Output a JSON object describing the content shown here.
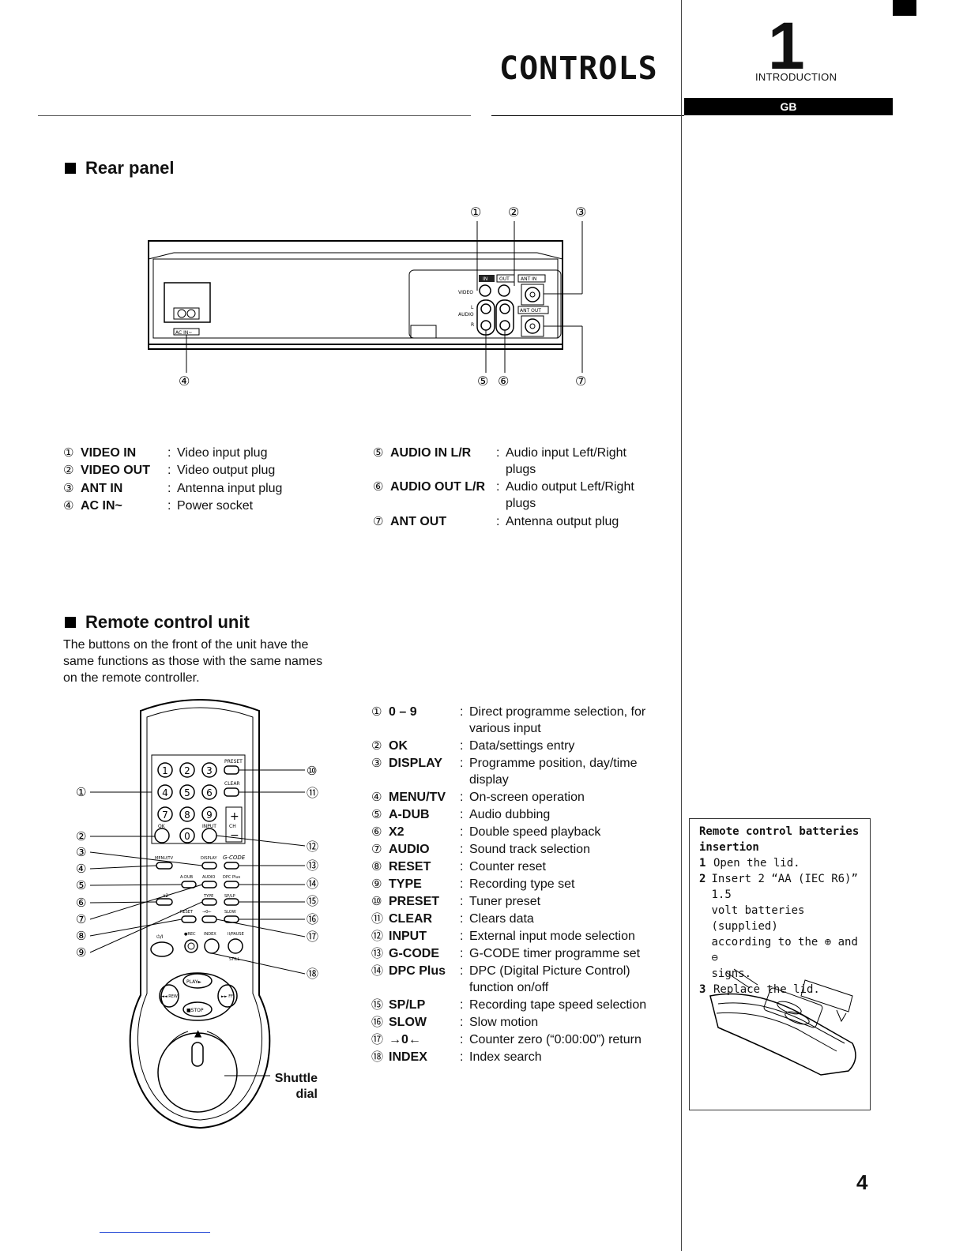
{
  "header": {
    "title": "CONTROLS",
    "chapter_number": "1",
    "chapter_label": "INTRODUCTION",
    "language_tab": "GB"
  },
  "rear_panel": {
    "heading": "Rear panel",
    "diagram_labels": {
      "video": "VIDEO",
      "audio": "AUDIO",
      "l": "L",
      "r": "R",
      "in": "IN",
      "out": "OUT",
      "ant_in": "ANT IN",
      "ant_out": "ANT OUT",
      "ac_in": "AC IN~"
    },
    "callouts": [
      "①",
      "②",
      "③",
      "④",
      "⑤",
      "⑥",
      "⑦"
    ],
    "legend_left": [
      {
        "num": "①",
        "name": "VIDEO IN",
        "desc": "Video input plug"
      },
      {
        "num": "②",
        "name": "VIDEO OUT",
        "desc": "Video output plug"
      },
      {
        "num": "③",
        "name": "ANT IN",
        "desc": "Antenna input plug"
      },
      {
        "num": "④",
        "name": "AC IN~",
        "desc": "Power socket"
      }
    ],
    "legend_right": [
      {
        "num": "⑤",
        "name": "AUDIO IN L/R",
        "desc": "Audio input Left/Right plugs"
      },
      {
        "num": "⑥",
        "name": "AUDIO OUT L/R",
        "desc": "Audio output Left/Right plugs"
      },
      {
        "num": "⑦",
        "name": "ANT OUT",
        "desc": "Antenna output plug"
      }
    ]
  },
  "remote": {
    "heading": "Remote control unit",
    "intro": "The buttons on the front of the unit have the same functions as those with the same names on the remote controller.",
    "shuttle_label_1": "Shuttle",
    "shuttle_label_2": "dial",
    "remote_labels": {
      "preset": "PRESET",
      "clear": "CLEAR",
      "ok": "OK",
      "input": "INPUT",
      "ch": "CH",
      "menu_tv": "MENU/TV",
      "display": "DISPLAY",
      "gcode": "G-CODE",
      "adub": "A-DUB",
      "audio": "AUDIO",
      "dpc": "DPC Plus",
      "x2": "x2",
      "type": "TYPE",
      "splp": "SP/LP",
      "reset": "RESET",
      "zero": "→0←",
      "slow": "SLOW",
      "rec": "●REC",
      "index": "INDEX",
      "pause": "II/PAUSE",
      "power": "⏻/I",
      "still": "STILL",
      "play": "PLAY►",
      "rew": "◄◄ REW",
      "ff": "►► FF",
      "stop": "■STOP"
    },
    "left_callouts": [
      "①",
      "②",
      "③",
      "④",
      "⑤",
      "⑥",
      "⑦",
      "⑧",
      "⑨"
    ],
    "right_callouts": [
      "⑩",
      "⑪",
      "⑫",
      "⑬",
      "⑭",
      "⑮",
      "⑯",
      "⑰",
      "⑱"
    ],
    "legend": [
      {
        "num": "①",
        "name": "0 – 9",
        "desc": "Direct programme selection, for various input"
      },
      {
        "num": "②",
        "name": "OK",
        "desc": "Data/settings entry"
      },
      {
        "num": "③",
        "name": "DISPLAY",
        "desc": "Programme position, day/time display"
      },
      {
        "num": "④",
        "name": "MENU/TV",
        "desc": "On-screen operation"
      },
      {
        "num": "⑤",
        "name": "A-DUB",
        "desc": "Audio dubbing"
      },
      {
        "num": "⑥",
        "name": "X2",
        "desc": "Double speed playback"
      },
      {
        "num": "⑦",
        "name": "AUDIO",
        "desc": "Sound track selection"
      },
      {
        "num": "⑧",
        "name": "RESET",
        "desc": "Counter reset"
      },
      {
        "num": "⑨",
        "name": "TYPE",
        "desc": "Recording type set"
      },
      {
        "num": "⑩",
        "name": "PRESET",
        "desc": "Tuner preset"
      },
      {
        "num": "⑪",
        "name": "CLEAR",
        "desc": "Clears data"
      },
      {
        "num": "⑫",
        "name": "INPUT",
        "desc": "External input mode selection"
      },
      {
        "num": "⑬",
        "name": "G-CODE",
        "desc": "G-CODE timer programme set"
      },
      {
        "num": "⑭",
        "name": "DPC Plus",
        "desc": "DPC (Digital Picture Control) function on/off"
      },
      {
        "num": "⑮",
        "name": "SP/LP",
        "desc": "Recording tape speed selection"
      },
      {
        "num": "⑯",
        "name": "SLOW",
        "desc": "Slow motion"
      },
      {
        "num": "⑰",
        "name": "→0←",
        "desc": "Counter zero (“0:00:00”) return"
      },
      {
        "num": "⑱",
        "name": "INDEX",
        "desc": "Index search"
      }
    ]
  },
  "battery_note": {
    "title_1": "Remote control batteries",
    "title_2": "insertion",
    "steps": [
      {
        "n": "1",
        "text_1": "Open the lid.",
        "text_2": "",
        "text_3": "",
        "text_4": ""
      },
      {
        "n": "2",
        "text_1": "Insert 2 “AA (IEC R6)” 1.5",
        "text_2": "volt batteries (supplied)",
        "text_3": "according to the ⊕ and ⊖",
        "text_4": "signs."
      },
      {
        "n": "3",
        "text_1": "Replace the lid.",
        "text_2": "",
        "text_3": "",
        "text_4": ""
      }
    ]
  },
  "page_number": "4"
}
